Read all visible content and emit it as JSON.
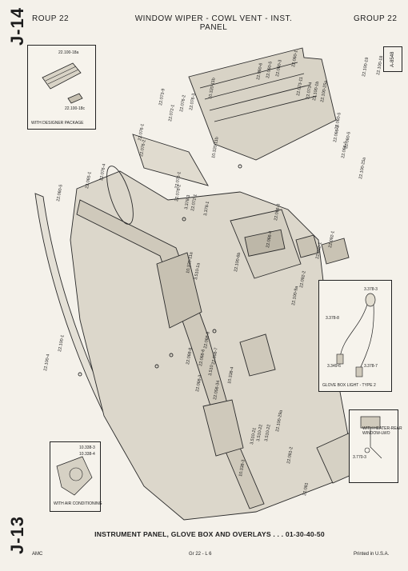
{
  "header": {
    "side_code_top": "J-14",
    "left": "ROUP 22",
    "center": "WINDOW WIPER - COWL VENT - INST. PANEL",
    "right": "GROUP 22"
  },
  "figure_number": "A-8548",
  "insets": {
    "designer": {
      "caption": "WITH DESIGNER PACKAGE",
      "labels": [
        "22.100-18a",
        "22.100-18c"
      ]
    },
    "glovebox": {
      "caption": "GLOVE BOX LIGHT - TYPE 2",
      "labels": [
        "3.378-3",
        "3.378-8",
        "3.349-6",
        "3.378-7"
      ]
    },
    "heater": {
      "caption": "WITH HEATER-REAR\nWINDOW-LWO",
      "labels": [
        "3.770-3"
      ]
    },
    "ac": {
      "caption": "WITH AIR CONDITIONING",
      "labels": [
        "10.338-3",
        "10.338-4"
      ]
    }
  },
  "callouts": [
    {
      "id": "c1",
      "text": "22.060-1"
    },
    {
      "id": "c2",
      "text": "22.060-3"
    },
    {
      "id": "c3",
      "text": "22.060-5"
    },
    {
      "id": "c4",
      "text": "22.060-6"
    },
    {
      "id": "c5",
      "text": "22.100-18"
    },
    {
      "id": "c6",
      "text": "22.100-19"
    },
    {
      "id": "c7",
      "text": "22.073-4"
    },
    {
      "id": "c8",
      "text": "22.073-11"
    },
    {
      "id": "c9",
      "text": "22.100-1b"
    },
    {
      "id": "c10",
      "text": "22.100-25a"
    },
    {
      "id": "c11",
      "text": "22.072-1"
    },
    {
      "id": "c12",
      "text": "22.076-2"
    },
    {
      "id": "c13",
      "text": "22.076-3"
    },
    {
      "id": "c14",
      "text": "22.073-9"
    },
    {
      "id": "c15",
      "text": "10.320-11b"
    },
    {
      "id": "c16",
      "text": "22.060-5"
    },
    {
      "id": "c17",
      "text": "22.066-3"
    },
    {
      "id": "c18",
      "text": "22.060-5"
    },
    {
      "id": "c19",
      "text": "22.066-5"
    },
    {
      "id": "c20",
      "text": "22.100-25a"
    },
    {
      "id": "c21",
      "text": "22.076-1"
    },
    {
      "id": "c22",
      "text": "22.076-2"
    },
    {
      "id": "c23",
      "text": "10.320-11b"
    },
    {
      "id": "c24",
      "text": "22.060-5"
    },
    {
      "id": "c25",
      "text": "22.065-1"
    },
    {
      "id": "c26",
      "text": "22.076-4"
    },
    {
      "id": "c27",
      "text": "22.076-1"
    },
    {
      "id": "c28",
      "text": "22.076-2"
    },
    {
      "id": "c29",
      "text": "3.378-3"
    },
    {
      "id": "c30",
      "text": "22.072-1"
    },
    {
      "id": "c31",
      "text": "3.378-1"
    },
    {
      "id": "c32",
      "text": "22.066-3"
    },
    {
      "id": "c33",
      "text": "22.092-1"
    },
    {
      "id": "c34",
      "text": "22.066-4"
    },
    {
      "id": "c35",
      "text": "22.092-1"
    },
    {
      "id": "c36",
      "text": "22.100-6b"
    },
    {
      "id": "c37",
      "text": "10.320-11a"
    },
    {
      "id": "c38",
      "text": "3.510-1a"
    },
    {
      "id": "c39",
      "text": "22.092-2"
    },
    {
      "id": "c40",
      "text": "22.100-9a"
    },
    {
      "id": "c41",
      "text": "22.100-4"
    },
    {
      "id": "c42",
      "text": "22.100-1"
    },
    {
      "id": "c43",
      "text": "22.068-8"
    },
    {
      "id": "c44",
      "text": "22.056-7"
    },
    {
      "id": "c45",
      "text": "22.068-8"
    },
    {
      "id": "c46",
      "text": "22.068-6"
    },
    {
      "id": "c47",
      "text": "3.510"
    },
    {
      "id": "c48",
      "text": "10.338-4"
    },
    {
      "id": "c49",
      "text": "22.068-3"
    },
    {
      "id": "c50",
      "text": "22.056-34"
    },
    {
      "id": "c51",
      "text": "10.338-3"
    },
    {
      "id": "c52",
      "text": "3.510-22"
    },
    {
      "id": "c53",
      "text": "3.510-21"
    },
    {
      "id": "c54",
      "text": "3.510-22"
    },
    {
      "id": "c55",
      "text": "22.100-29a"
    },
    {
      "id": "c56",
      "text": "22.081-2"
    },
    {
      "id": "c57",
      "text": "22.081"
    }
  ],
  "footer": {
    "side_code_bottom": "J-13",
    "title": "INSTRUMENT PANEL, GLOVE BOX AND OVERLAYS . . . 01-30-40-50",
    "left": "AMC",
    "center": "Gr 22 - L 6",
    "right": "Printed in U.S.A."
  }
}
